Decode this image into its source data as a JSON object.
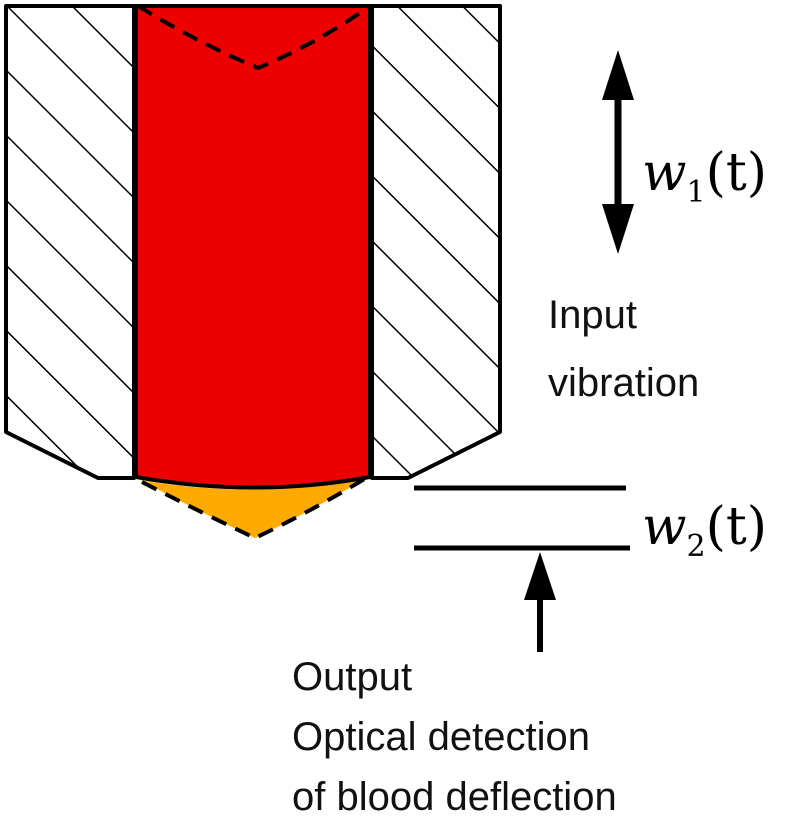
{
  "colors": {
    "blood": "#ee0000",
    "meniscus": "#ffaa00",
    "outline": "#000000",
    "hatch": "#000000",
    "background": "#ffffff"
  },
  "input": {
    "symbol": "w",
    "subscript": "1",
    "arg": "(t)",
    "label_line1": "Input",
    "label_line2": "vibration"
  },
  "output": {
    "symbol": "w",
    "subscript": "2",
    "arg": "(t)",
    "label_line1": "Output",
    "label_line2": "Optical detection",
    "label_line3": "of blood deflection"
  }
}
